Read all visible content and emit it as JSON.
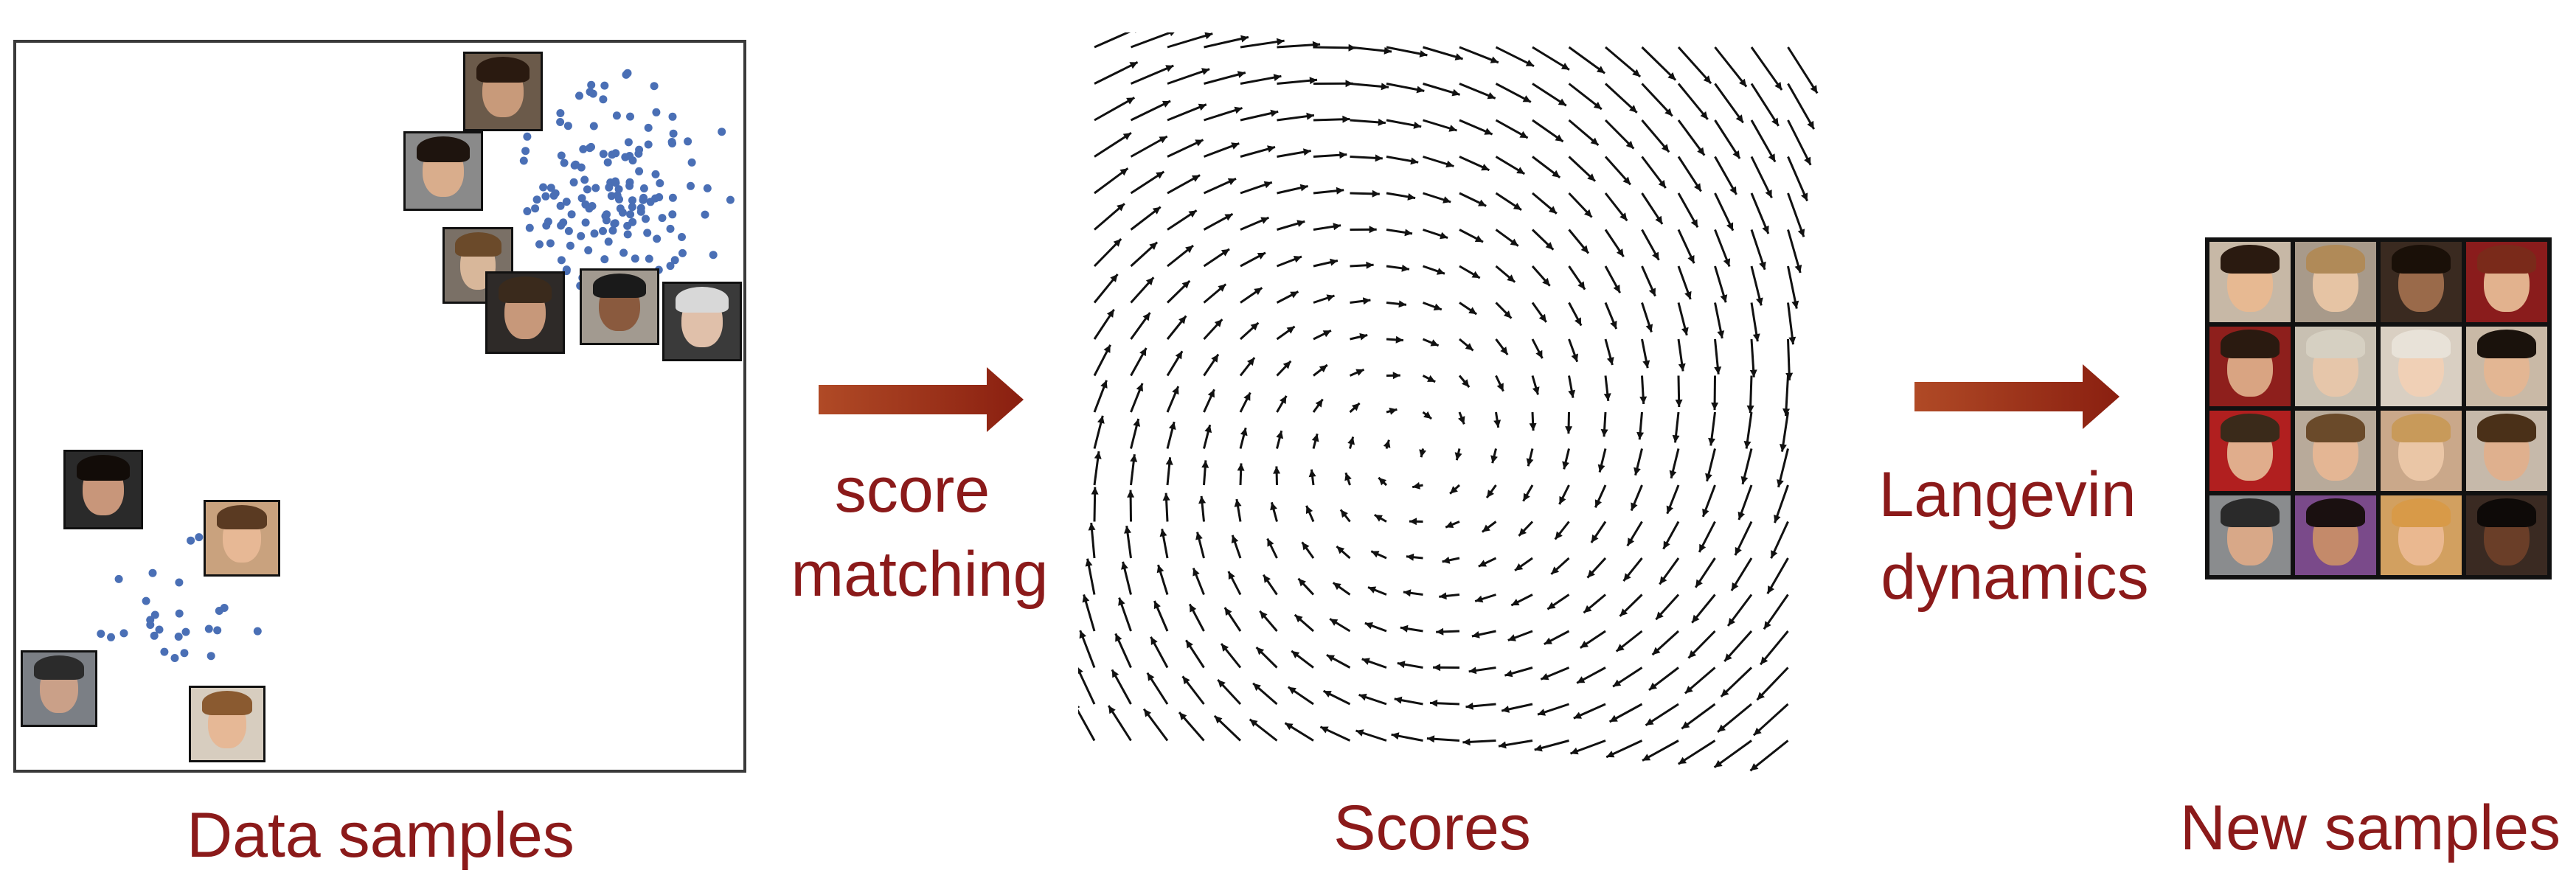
{
  "labels": {
    "data_samples": "Data samples",
    "score_matching_line1": "score",
    "score_matching_line2": "matching",
    "scores": "Scores",
    "langevin_line1": "Langevin",
    "langevin_line2": "dynamics",
    "new_samples": "New samples"
  },
  "colors": {
    "label": "#8b1a1a",
    "dots": "#4a6fb5",
    "arrow_fill": "#9a2e12",
    "vector": "#111111"
  },
  "faces_left": [
    {
      "name": "face-thumbnail",
      "bg": "#6b5a4a",
      "skin": "#c89a7a",
      "hair": "#2a1a10"
    },
    {
      "name": "face-thumbnail",
      "bg": "#8a8a8a",
      "skin": "#d9ad8c",
      "hair": "#1e140e"
    },
    {
      "name": "face-thumbnail",
      "bg": "#7a7066",
      "skin": "#d8b79a",
      "hair": "#6b4a2a"
    },
    {
      "name": "face-thumbnail",
      "bg": "#2e2a28",
      "skin": "#c7987a",
      "hair": "#3a2a1c"
    },
    {
      "name": "face-thumbnail",
      "bg": "#a29a90",
      "skin": "#8a5a3e",
      "hair": "#1a1a1a"
    },
    {
      "name": "face-thumbnail",
      "bg": "#3a3a3a",
      "skin": "#e0c0aa",
      "hair": "#d8d8d8"
    },
    {
      "name": "face-thumbnail",
      "bg": "#2a2a2a",
      "skin": "#c8967a",
      "hair": "#120c08"
    },
    {
      "name": "face-thumbnail",
      "bg": "#c9a27e",
      "skin": "#e7b895",
      "hair": "#5a3a22"
    },
    {
      "name": "face-thumbnail",
      "bg": "#7b7f85",
      "skin": "#caa088",
      "hair": "#2b2b2b"
    },
    {
      "name": "face-thumbnail",
      "bg": "#d7cdbf",
      "skin": "#e6b896",
      "hair": "#8a5a30"
    }
  ],
  "faces_grid": [
    {
      "bg": "#c7b8a6",
      "skin": "#e7b992",
      "hair": "#2a1a10"
    },
    {
      "bg": "#a89a8a",
      "skin": "#e6c4a4",
      "hair": "#b08a58"
    },
    {
      "bg": "#3a2a20",
      "skin": "#9a6a4a",
      "hair": "#1a1008"
    },
    {
      "bg": "#8a1c1c",
      "skin": "#e2b28e",
      "hair": "#7a2a1a"
    },
    {
      "bg": "#8e1f1c",
      "skin": "#d9a482",
      "hair": "#2a1a10"
    },
    {
      "bg": "#c8c0b2",
      "skin": "#e6c6aa",
      "hair": "#d6d0c2"
    },
    {
      "bg": "#d9cfc2",
      "skin": "#f0d0b6",
      "hair": "#e8e2d8"
    },
    {
      "bg": "#c9b9a6",
      "skin": "#e3b693",
      "hair": "#1a120c"
    },
    {
      "bg": "#b11f1f",
      "skin": "#e0ad8c",
      "hair": "#3a2a1a"
    },
    {
      "bg": "#b8aa9a",
      "skin": "#e4b694",
      "hair": "#6a4a2a"
    },
    {
      "bg": "#caa88a",
      "skin": "#eac6a6",
      "hair": "#c89a5a"
    },
    {
      "bg": "#c6b9aa",
      "skin": "#dfb08e",
      "hair": "#4a3018"
    },
    {
      "bg": "#8a8c8e",
      "skin": "#d8a888",
      "hair": "#2a2a2a"
    },
    {
      "bg": "#7a4a8a",
      "skin": "#c48a6a",
      "hair": "#1a1010"
    },
    {
      "bg": "#d2a060",
      "skin": "#eab890",
      "hair": "#d89a48"
    },
    {
      "bg": "#3a2a22",
      "skin": "#6a3e28",
      "hair": "#0e0a08"
    }
  ]
}
